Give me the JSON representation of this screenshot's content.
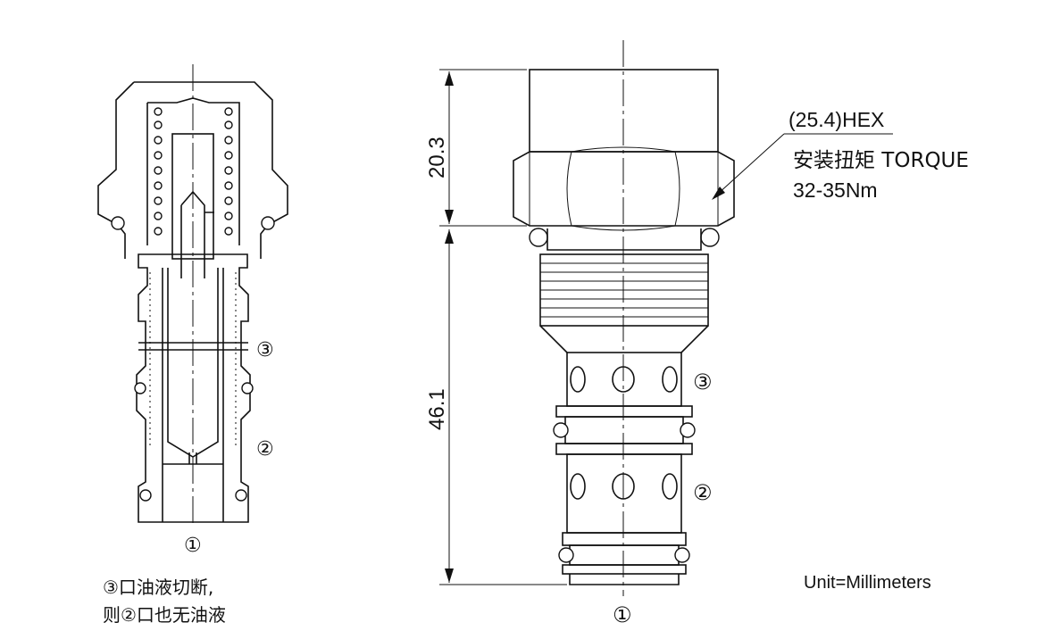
{
  "hex_label": "(25.4)HEX",
  "torque_label": "安装扭矩 TORQUE",
  "torque_value": "32-35Nm",
  "dim_hex": "20.3",
  "dim_body": "46.1",
  "unit_note": "Unit=Millimeters",
  "port_1": "①",
  "port_2": "②",
  "port_3": "③",
  "note_line1": "③口油液切断,",
  "note_line2": "则②口也无油液"
}
